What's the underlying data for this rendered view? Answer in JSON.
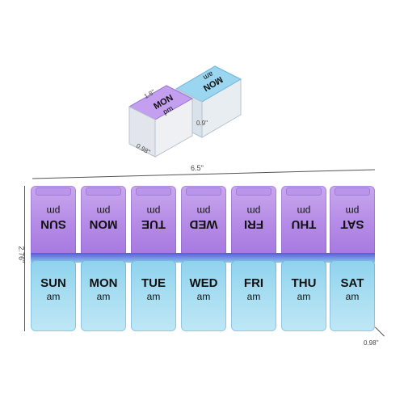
{
  "top_box": {
    "pm_day": "MON",
    "pm_time": "pm",
    "am_day": "MON",
    "am_time": "am",
    "dim_length": "1.8''",
    "dim_height": "0.9''",
    "dim_width": "0.98''"
  },
  "dimensions": {
    "width": "6.5''",
    "height": "2.76''",
    "depth": "0.98''"
  },
  "days": [
    {
      "day": "SUN",
      "pm": "pm",
      "am": "am"
    },
    {
      "day": "MON",
      "pm": "pm",
      "am": "am"
    },
    {
      "day": "TUE",
      "pm": "pm",
      "am": "am"
    },
    {
      "day": "WED",
      "pm": "pm",
      "am": "am"
    },
    {
      "day": "FRI",
      "pm": "pm",
      "am": "am"
    },
    {
      "day": "THU",
      "pm": "pm",
      "am": "am"
    },
    {
      "day": "SAT",
      "pm": "pm",
      "am": "am"
    }
  ],
  "colors": {
    "pm_lid": "#b48ae6",
    "am_lid": "#a8def2",
    "hinge": "#5a5ad8"
  }
}
